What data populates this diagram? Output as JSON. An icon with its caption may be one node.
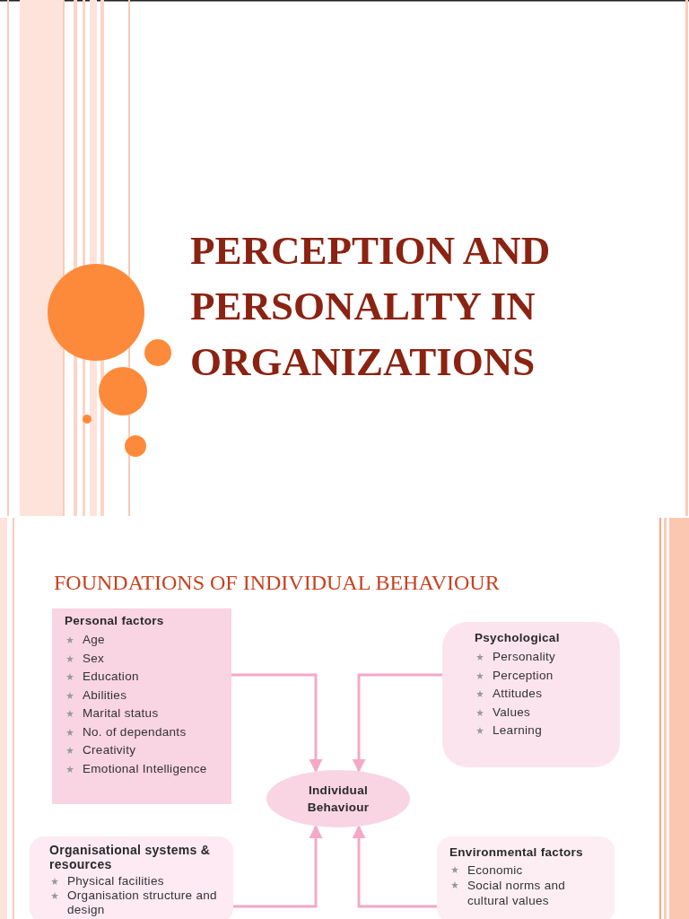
{
  "diagram": {
    "title": "PERCEPTION AND PERSONALITY IN ORGANIZATIONS",
    "nodes": [
      {
        "text": [
          "Personal factors",
          "Age",
          "Sex",
          "Education",
          "Abilities",
          "Marital status",
          "No. of dependants",
          "Creativity",
          "Emotional Intelligence"
        ]
      },
      {
        "text": [
          "Psychological",
          "Personality",
          "Perception",
          "Attitudes",
          "Values",
          "Learning"
        ]
      },
      {
        "text": [
          "Individual Behaviour"
        ]
      },
      {
        "text": [
          "Organisational systems & resources",
          "Physical facilities",
          "Organisation structure and design"
        ]
      },
      {
        "text": [
          "Environmental factors",
          "Economic",
          "Social norms and cultural values"
        ]
      }
    ],
    "edges": [
      {
        "from": 0,
        "to": 2,
        "arrow": "to"
      },
      {
        "from": 1,
        "to": 2,
        "arrow": "to"
      },
      {
        "from": 3,
        "to": 2,
        "arrow": "to"
      },
      {
        "from": 4,
        "to": 2,
        "arrow": "to"
      }
    ],
    "labels": [
      "FOUNDATIONS OF INDIVIDUAL BEHAVIOUR"
    ]
  }
}
